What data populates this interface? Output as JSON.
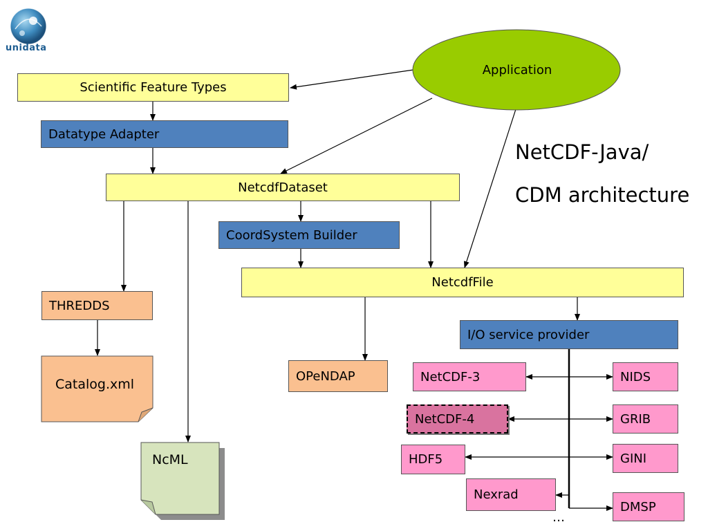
{
  "logo": {
    "text": "unidata"
  },
  "caption": {
    "line1": "NetCDF-Java/",
    "line2": "CDM architecture"
  },
  "nodes": {
    "application": "Application",
    "scientific_feature_types": "Scientific Feature Types",
    "datatype_adapter": "Datatype Adapter",
    "netcdf_dataset": "NetcdfDataset",
    "coordsystem_builder": "CoordSystem Builder",
    "netcdf_file": "NetcdfFile",
    "thredds": "THREDDS",
    "catalog_xml": "Catalog.xml",
    "ncml": "NcML",
    "opendap": "OPeNDAP",
    "io_service_provider": "I/O service provider",
    "netcdf3": "NetCDF-3",
    "netcdf4": "NetCDF-4",
    "hdf5": "HDF5",
    "nexrad": "Nexrad",
    "nids": "NIDS",
    "grib": "GRIB",
    "gini": "GINI",
    "dmsp": "DMSP",
    "more": "…"
  },
  "colors": {
    "yellow": "#ffff99",
    "blue": "#4f81bd",
    "orange": "#fac090",
    "pink": "#ff99cc",
    "netcdf4_fill": "#d9739f",
    "ellipse": "#99cc00",
    "note": "#d7e4bd"
  }
}
